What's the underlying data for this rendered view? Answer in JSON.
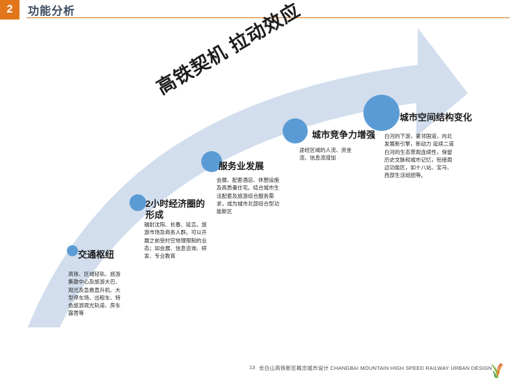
{
  "header": {
    "section_number": "2",
    "title": "功能分析"
  },
  "headline": "高铁契机 拉动效应",
  "colors": {
    "accent_orange": "#E2761B",
    "node_blue": "#5B9BD5",
    "arrow_fill": "#D2DEED",
    "title_text": "#3A4A5E"
  },
  "nodes": [
    {
      "id": "n1",
      "title": "交通枢纽",
      "desc": "高铁、区域轻轨、旅游集散中心及旅游大巴、观光及急救直升机、大型停车场、出租车、特色旅游观光轨道、房车露营等"
    },
    {
      "id": "n2",
      "title": "2小时经济圈的形成",
      "desc": "辐射沈阳、长春、延吉。旅游市场及商务人群。可以开展之前受时空地理限制的业态；如会展、信息咨询、研发、专业教育"
    },
    {
      "id": "n3",
      "title": "服务业发展",
      "desc": "会展、配套酒店、休憩设施及高质量住宅。结合城市生活配套及旅游综合服务需求，成为城市北部综合型功能新区"
    },
    {
      "id": "n4",
      "title": "城市竞争力增强",
      "desc": "途经区域的人流、资金流、信息流增加"
    },
    {
      "id": "n5",
      "title": "城市空间结构变化",
      "desc": "白河的下游，紧邻国道，向北发展新引擎，新动力 延续二道白河的生态景观连续性，保留历史文脉和城市记忆，衔接周边功能区，如十八站、宝马、西部生活组团等。"
    }
  ],
  "footer": {
    "page_number": "13",
    "text": "长白山高铁新区概念城市设计 CHANGBAI MOUNTAIN HIGH SPEED RAILWAY URBAN DESIGN",
    "logo_name": "company-y-logo"
  }
}
